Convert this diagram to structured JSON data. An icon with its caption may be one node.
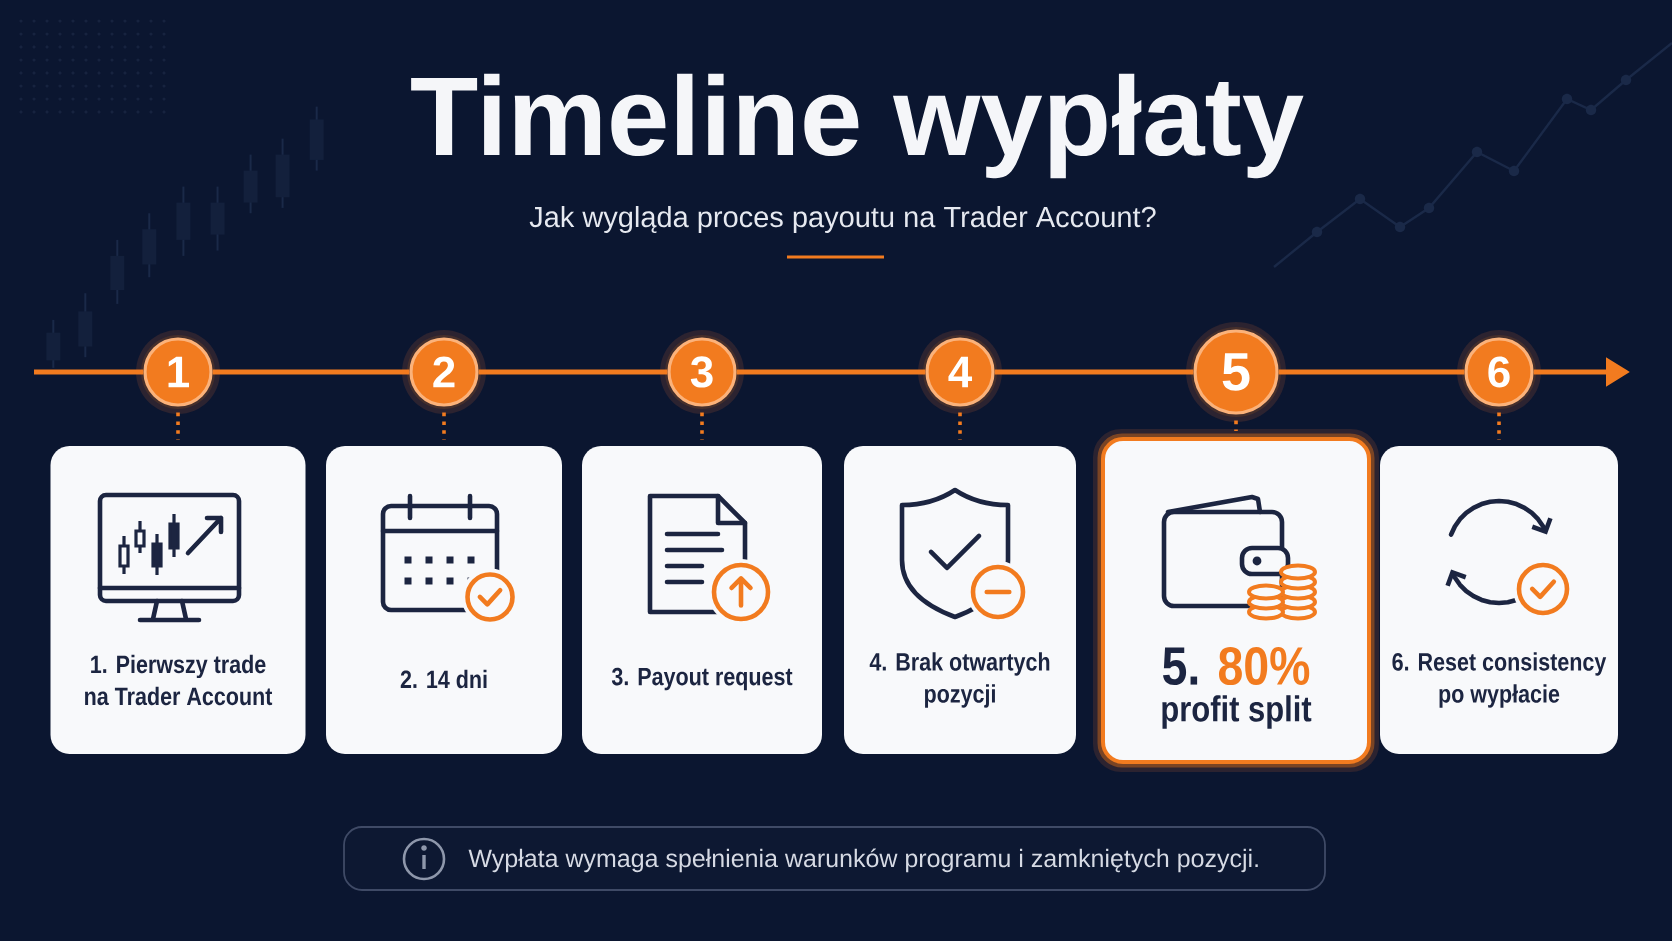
{
  "diagram": {
    "title": "Timeline wypłaty",
    "nodes": [
      {
        "text": [
          "1"
        ]
      },
      {
        "text": [
          "2"
        ]
      },
      {
        "text": [
          "3"
        ]
      },
      {
        "text": [
          "4"
        ]
      },
      {
        "text": [
          "5"
        ]
      },
      {
        "text": [
          "6"
        ]
      },
      {
        "text": [
          "1. Pierwszy trade na Trader Account"
        ]
      },
      {
        "text": [
          "2. 14 dni"
        ]
      },
      {
        "text": [
          "3. Payout request"
        ]
      },
      {
        "text": [
          "4. Brak otwartych pozycji"
        ]
      },
      {
        "text": [
          "5.",
          "80%",
          "profit split"
        ]
      },
      {
        "text": [
          "6. Reset consistency po wypłacie"
        ]
      },
      {
        "text": [
          "Wypłata wymaga spełnienia warunków programu i zamkniętych pozycji."
        ]
      }
    ],
    "edges": [
      {
        "from": null,
        "to": 0,
        "arrow": "none"
      },
      {
        "from": 0,
        "to": 1,
        "arrow": "none"
      },
      {
        "from": 1,
        "to": 2,
        "arrow": "none"
      },
      {
        "from": 2,
        "to": 3,
        "arrow": "none"
      },
      {
        "from": 3,
        "to": 4,
        "arrow": "none"
      },
      {
        "from": 4,
        "to": 5,
        "arrow": "none"
      },
      {
        "from": 5,
        "to": null,
        "arrow": "to"
      },
      {
        "from": 0,
        "to": 6,
        "arrow": "none",
        "style": "dashed"
      },
      {
        "from": 1,
        "to": 7,
        "arrow": "none",
        "style": "dashed"
      },
      {
        "from": 2,
        "to": 8,
        "arrow": "none",
        "style": "dashed"
      },
      {
        "from": 3,
        "to": 9,
        "arrow": "none",
        "style": "dashed"
      },
      {
        "from": 4,
        "to": 10,
        "arrow": "none",
        "style": "dashed"
      },
      {
        "from": 5,
        "to": 11,
        "arrow": "none",
        "style": "dashed"
      }
    ],
    "labels": [
      "Jak wygląda proces payoutu na Trader Account?"
    ]
  }
}
